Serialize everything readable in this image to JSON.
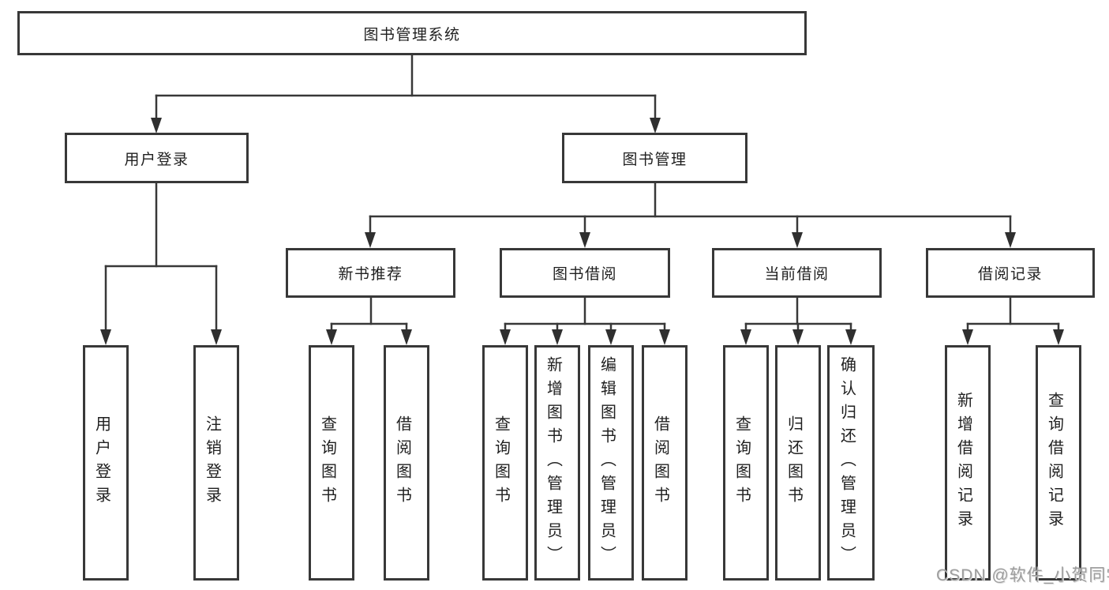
{
  "colors": {
    "line": "#383838",
    "text": "#1f1f1f",
    "background": "#ffffff",
    "watermark": "#9d9d9d"
  },
  "watermark": {
    "text": "CSDN @软件_小贺同学"
  },
  "tree": {
    "root": {
      "label": "图书管理系统",
      "children": [
        {
          "label": "用户登录",
          "children": [
            {
              "label": "用户登录"
            },
            {
              "label": "注销登录"
            }
          ]
        },
        {
          "label": "图书管理",
          "children": [
            {
              "label": "新书推荐",
              "children": [
                {
                  "label": "查询图书"
                },
                {
                  "label": "借阅图书"
                }
              ]
            },
            {
              "label": "图书借阅",
              "children": [
                {
                  "label": "查询图书"
                },
                {
                  "label": "新增图书（管理员）"
                },
                {
                  "label": "编辑图书（管理员）"
                },
                {
                  "label": "借阅图书"
                }
              ]
            },
            {
              "label": "当前借阅",
              "children": [
                {
                  "label": "查询图书"
                },
                {
                  "label": "归还图书"
                },
                {
                  "label": "确认归还（管理员）"
                }
              ]
            },
            {
              "label": "借阅记录",
              "children": [
                {
                  "label": "新增借阅记录"
                },
                {
                  "label": "查询借阅记录"
                }
              ]
            }
          ]
        }
      ]
    }
  }
}
